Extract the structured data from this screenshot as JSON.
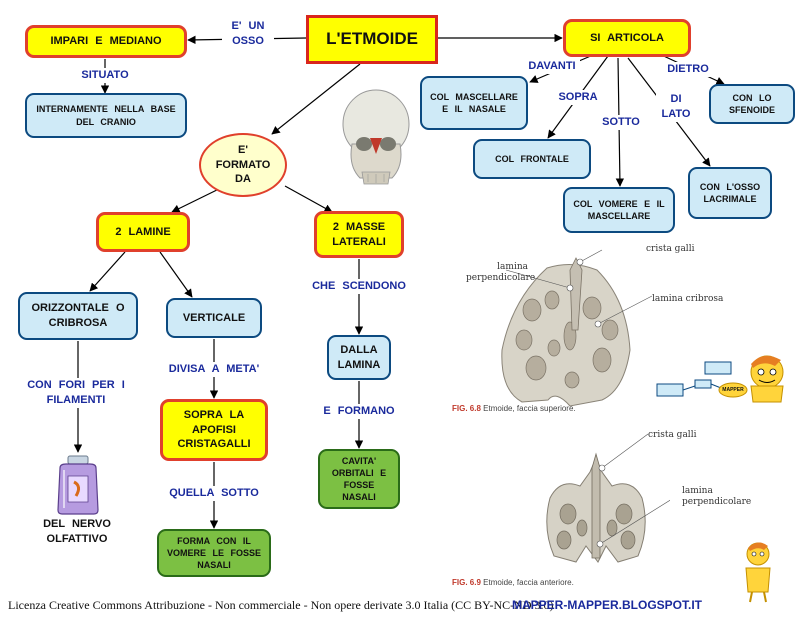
{
  "title": "L'ETMOIDE",
  "nodes": {
    "impari": "IMPARI E MEDIANO",
    "internamente": "INTERNAMENTE NELLA BASE DEL CRANIO",
    "formato": "E' FORMATO DA",
    "lamine": "2 LAMINE",
    "masse": "2 MASSE LATERALI",
    "orizzontale": "ORIZZONTALE O CRIBROSA",
    "verticale": "VERTICALE",
    "del_nervo": "DEL NERVO OLFATTIVO",
    "sopra_apofisi": "SOPRA LA APOFISI CRISTAGALLI",
    "forma_vomere": "FORMA CON IL VOMERE LE FOSSE NASALI",
    "dalla_lamina": "DALLA LAMINA",
    "cavita": "CAVITA' ORBITALI E FOSSE NASALI",
    "si_articola": "SI ARTICOLA",
    "col_mascellare_nasale": "COL MASCELLARE E IL NASALE",
    "col_frontale": "COL FRONTALE",
    "col_vomere_mascellare": "COL VOMERE E IL MASCELLARE",
    "con_lo_sfenoide": "CON LO SFENOIDE",
    "con_osso_lacrimale": "CON L'OSSO LACRIMALE"
  },
  "links": {
    "e_un_osso": "E' UN OSSO",
    "situato": "SITUATO",
    "con_fori": "CON FORI PER I FILAMENTI",
    "divisa": "DIVISA A META'",
    "quella_sotto": "QUELLA SOTTO",
    "che_scendono": "CHE SCENDONO",
    "e_formano": "E FORMANO",
    "davanti": "DAVANTI",
    "sopra": "SOPRA",
    "sotto": "SOTTO",
    "di_lato": "DI LATO",
    "dietro": "DIETRO"
  },
  "figures": {
    "fig1_caption_num": "FIG. 6.8",
    "fig1_caption_text": "Etmoide, faccia superiore.",
    "fig1_label_crista": "crista galli",
    "fig1_label_lamina_perp": "lamina perpendicolare",
    "fig1_label_lamina_crib": "lamina cribrosa",
    "fig2_caption_num": "FIG. 6.9",
    "fig2_caption_text": "Etmoide, faccia anteriore.",
    "fig2_label_crista": "crista galli",
    "fig2_label_lamina_perp": "lamina perpendicolare"
  },
  "mascot_badge": "MAPPER",
  "footer": {
    "license": "Licenza Creative Commons Attribuzione - Non commerciale - Non opere derivate 3.0 Italia (CC BY-NC-ND 3.0)",
    "site": "MAPPER-MAPPER.BLOGSPOT.IT"
  },
  "colors": {
    "concept_fill": "#ffff00",
    "concept_border": "#e0402c",
    "detail_fill": "#cfeaf7",
    "detail_border": "#0c4a80",
    "result_fill": "#7cc043",
    "link_text": "#1a2a9c"
  }
}
